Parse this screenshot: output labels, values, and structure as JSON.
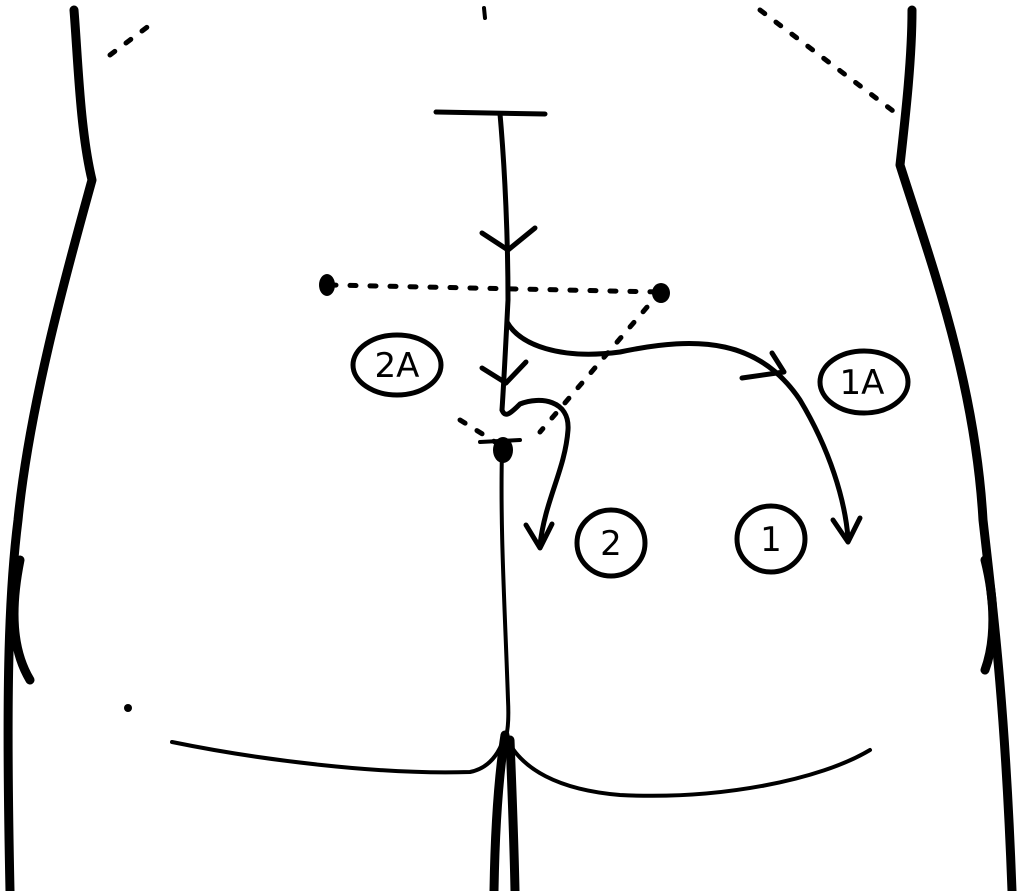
{
  "labels": {
    "route_1": "1",
    "route_1a": "1A",
    "route_2": "2",
    "route_2a": "2A"
  },
  "colors": {
    "ink": "#000000",
    "paper": "#ffffff"
  }
}
